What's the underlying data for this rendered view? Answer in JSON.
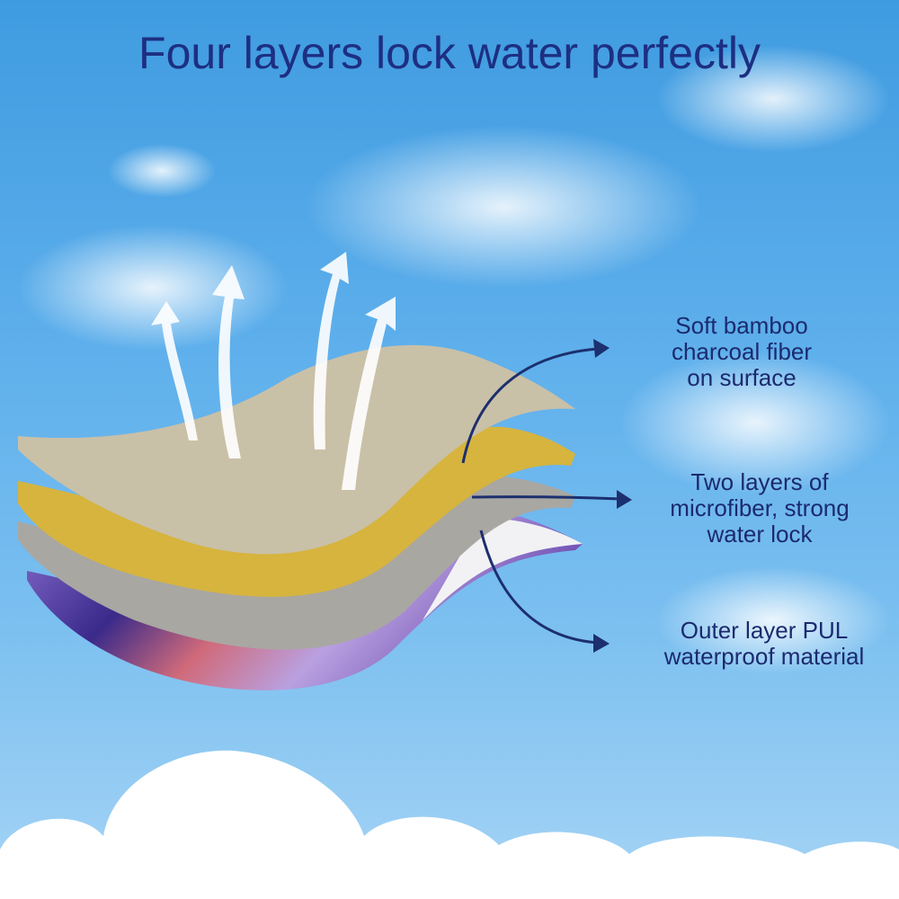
{
  "title": "Four layers lock water perfectly",
  "labels": [
    "Soft bamboo\ncharcoal fiber\non surface",
    "Two layers of\nmicrofiber, strong\nwater lock",
    "Outer layer PUL\nwaterproof material"
  ],
  "colors": {
    "title": "#1d2f82",
    "arrow": "#1c2f6e",
    "top_layer": "#c9c0a8",
    "yellow_layer": "#d6b43e",
    "grey_layer": "#a9a7a2"
  }
}
